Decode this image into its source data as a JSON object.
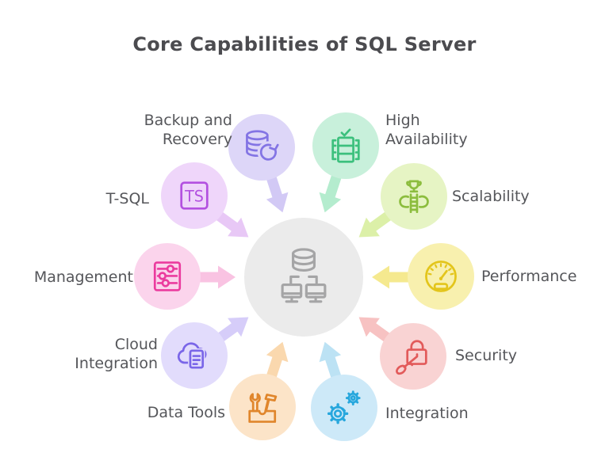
{
  "title": "Core Capabilities of SQL Server",
  "center": {
    "name": "SQL Server",
    "icon": "database-network-icon",
    "bubble_color": "#ebebeb",
    "icon_color": "#a5a5a6"
  },
  "items": [
    {
      "label": "Backup and\nRecovery",
      "icon": "database-refresh-icon",
      "icon_color": "#8374e4",
      "bubble_color": "#ddd6f8",
      "arrow_color": "#d2c9f5"
    },
    {
      "label": "High\nAvailability",
      "icon": "server-check-icon",
      "icon_color": "#3cc07d",
      "bubble_color": "#c8f0db",
      "arrow_color": "#b4ecce"
    },
    {
      "label": "Scalability",
      "icon": "ladder-trophy-icon",
      "icon_color": "#8cbd3e",
      "bubble_color": "#e6f4c4",
      "arrow_color": "#dcf0a8"
    },
    {
      "label": "Performance",
      "icon": "speedometer-icon",
      "icon_color": "#e3c51b",
      "bubble_color": "#f8f0ae",
      "arrow_color": "#f5e98f"
    },
    {
      "label": "Security",
      "icon": "lock-key-icon",
      "icon_color": "#e25a5a",
      "bubble_color": "#f9d3d3",
      "arrow_color": "#f7c2c2"
    },
    {
      "label": "Integration",
      "icon": "gears-icon",
      "icon_color": "#27a7dd",
      "bubble_color": "#cde9f8",
      "arrow_color": "#bce2f4"
    },
    {
      "label": "Data Tools",
      "icon": "toolbox-icon",
      "icon_color": "#e0862c",
      "bubble_color": "#fce4c8",
      "arrow_color": "#fad8ae"
    },
    {
      "label": "Cloud\nIntegration",
      "icon": "cloud-document-icon",
      "icon_color": "#7a66e8",
      "bubble_color": "#e2dcfc",
      "arrow_color": "#d6cdf9"
    },
    {
      "label": "Management",
      "icon": "sliders-icon",
      "icon_color": "#eb3b9e",
      "bubble_color": "#fbd4ec",
      "arrow_color": "#f9c3e2"
    },
    {
      "label": "T-SQL",
      "icon": "ts-badge-icon",
      "badge_text": "TS",
      "icon_color": "#b351e0",
      "bubble_color": "#efd6fa",
      "arrow_color": "#e8c8f6"
    }
  ]
}
